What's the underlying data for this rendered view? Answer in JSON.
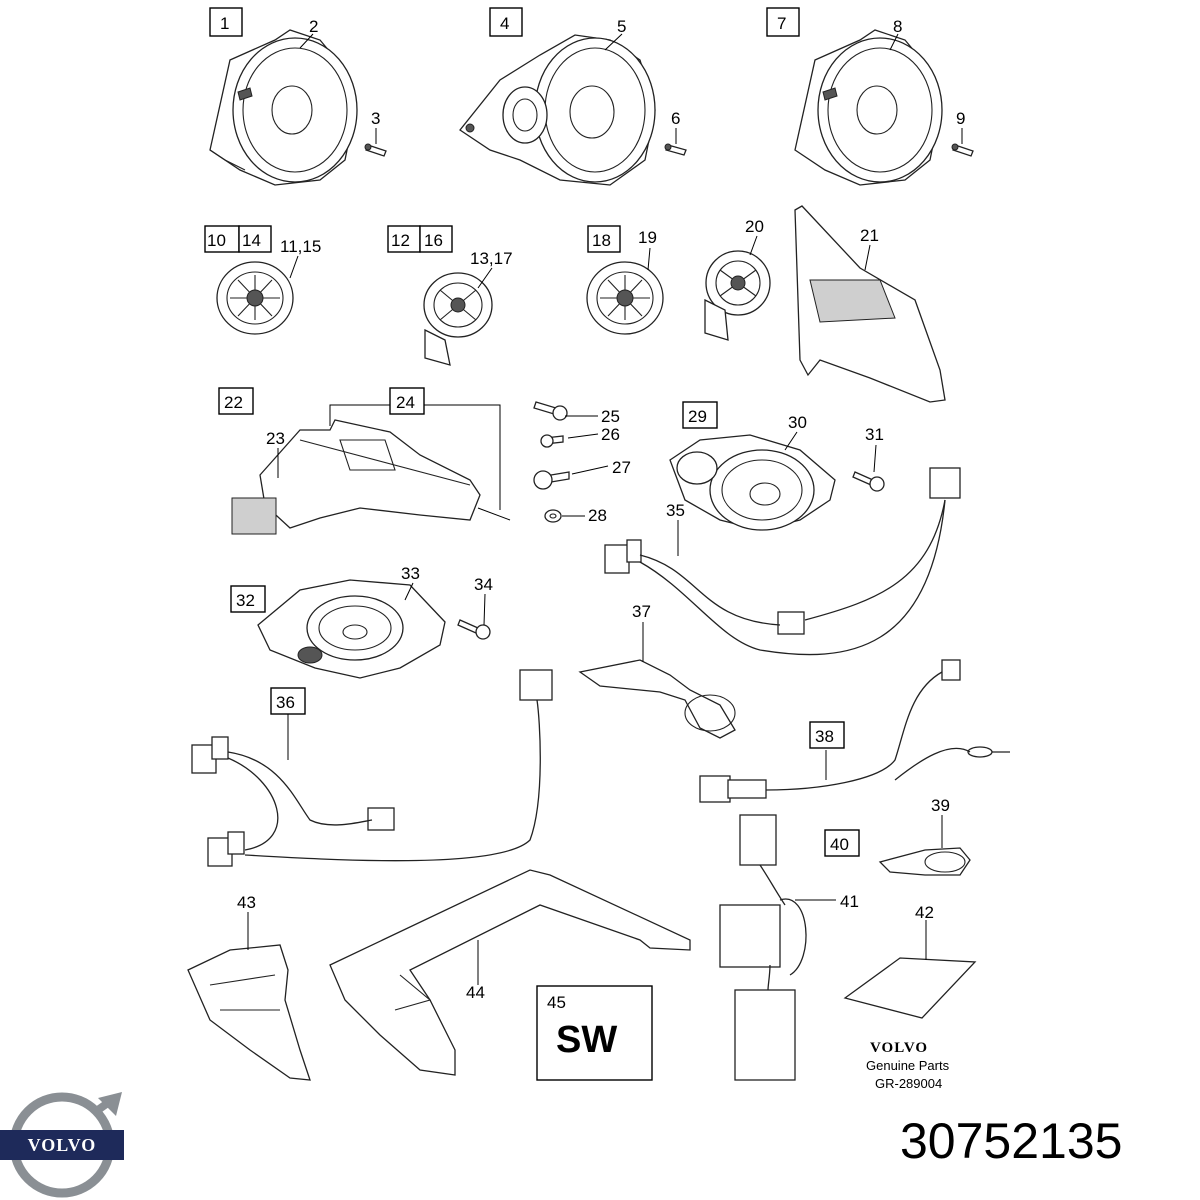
{
  "callouts": {
    "c1": "1",
    "c2": "2",
    "c3": "3",
    "c4": "4",
    "c5": "5",
    "c6": "6",
    "c7": "7",
    "c8": "8",
    "c9": "9",
    "c10": "10",
    "c14": "14",
    "c11_15": "11,15",
    "c12": "12",
    "c16": "16",
    "c13_17": "13,17",
    "c18": "18",
    "c19": "19",
    "c20": "20",
    "c21": "21",
    "c22": "22",
    "c23": "23",
    "c24": "24",
    "c25": "25",
    "c26": "26",
    "c27": "27",
    "c28": "28",
    "c29": "29",
    "c30": "30",
    "c31": "31",
    "c32": "32",
    "c33": "33",
    "c34": "34",
    "c35": "35",
    "c36": "36",
    "c37": "37",
    "c38": "38",
    "c39": "39",
    "c40": "40",
    "c41": "41",
    "c42": "42",
    "c43": "43",
    "c44": "44",
    "c45": "45"
  },
  "sw_label": "SW",
  "genuine": {
    "brand": "VOLVO",
    "line1": "Genuine Parts",
    "code": "GR-289004"
  },
  "logo": {
    "text": "VOLVO"
  },
  "part_number": "30752135"
}
